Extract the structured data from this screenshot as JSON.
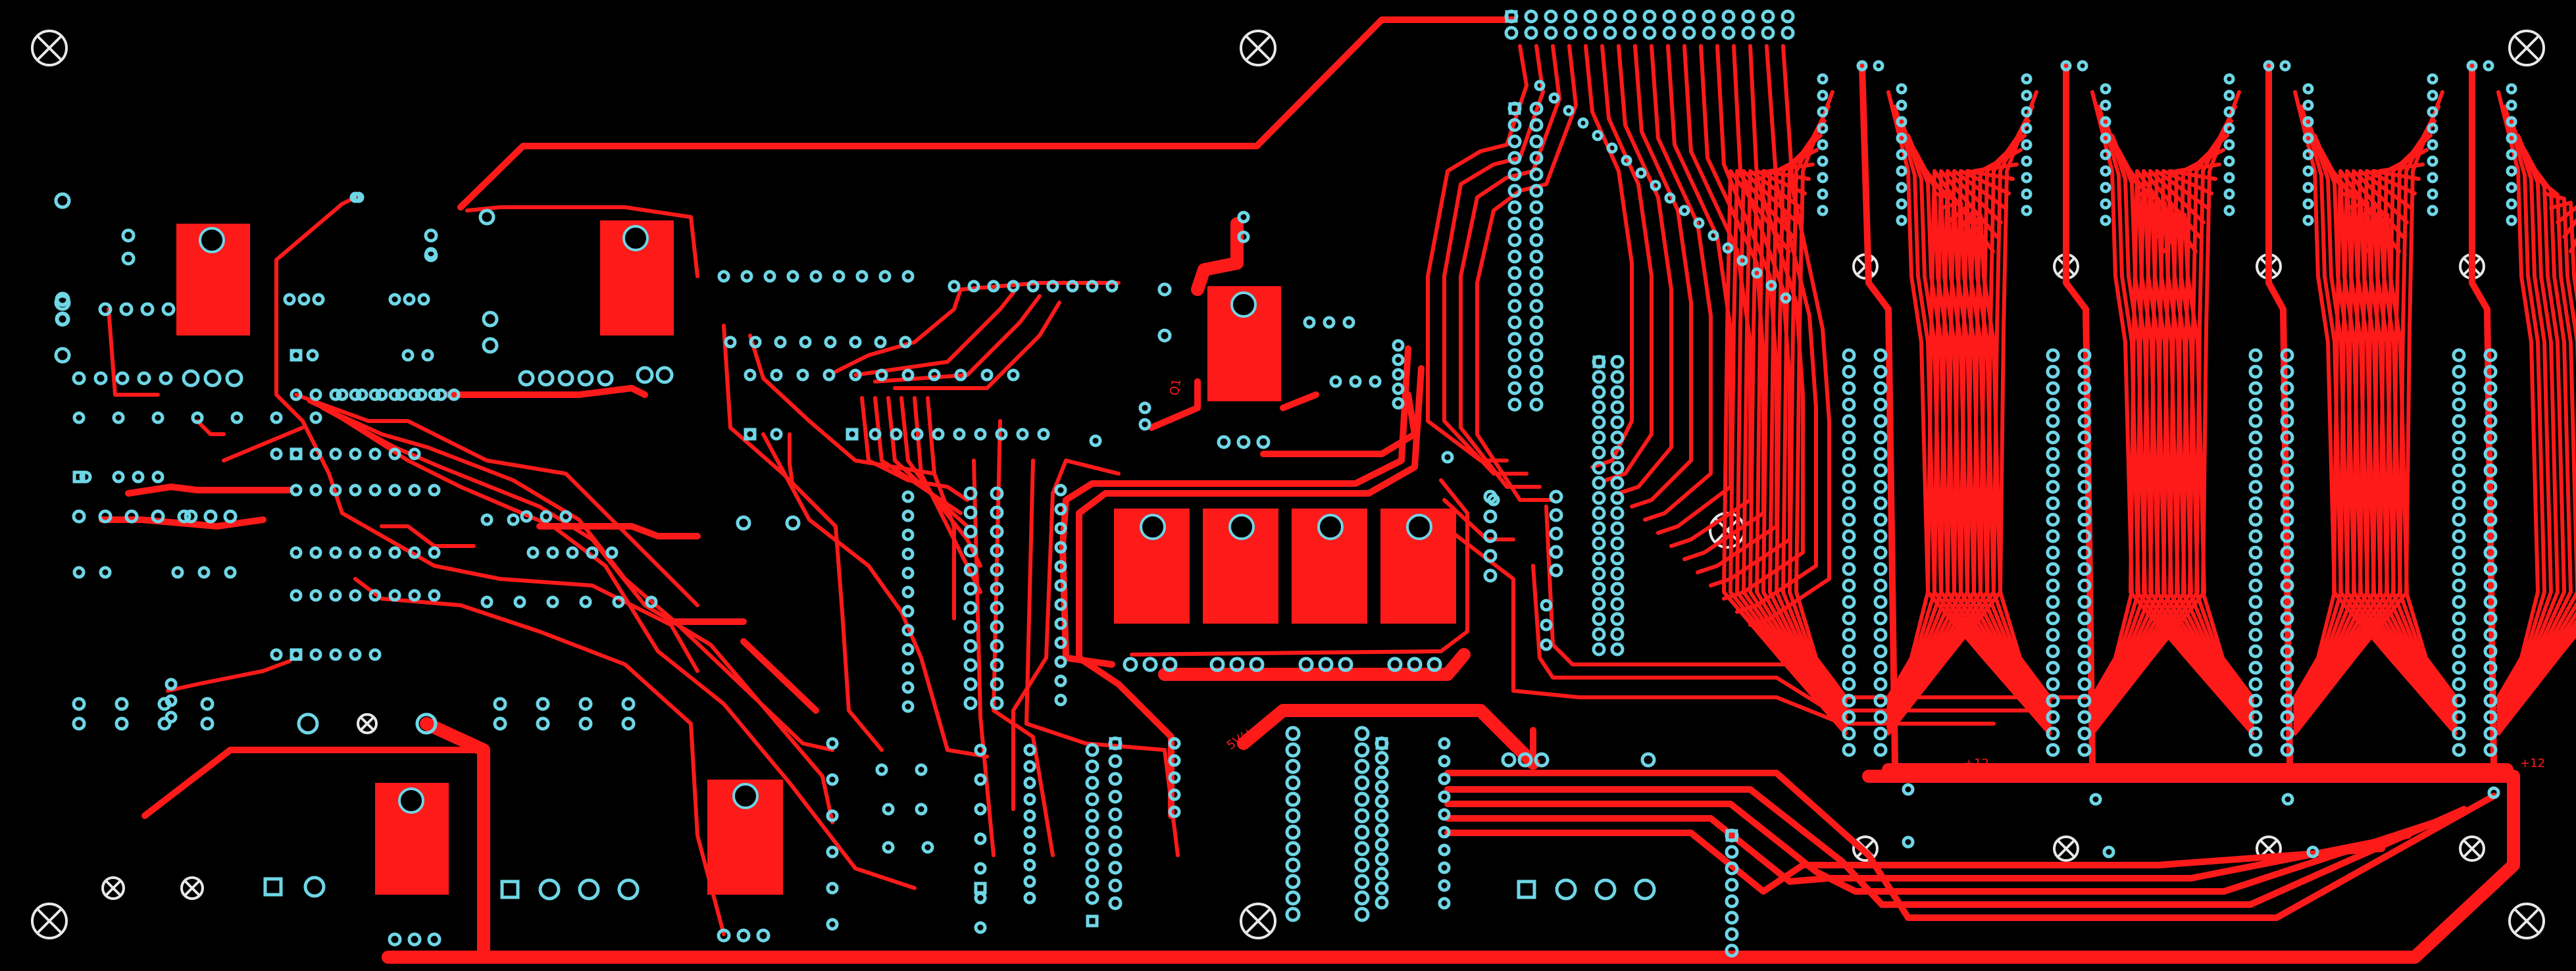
{
  "board": {
    "background": "#000000",
    "trace_color": "#ff1a1a",
    "pad_color": "#6fd6e6",
    "mounting_hole_color": "#e8e8e8"
  },
  "labels": {
    "plus12_a": "+12",
    "plus12_b": "+12",
    "rot_a": "Q1",
    "rot_b": "5V/+"
  }
}
